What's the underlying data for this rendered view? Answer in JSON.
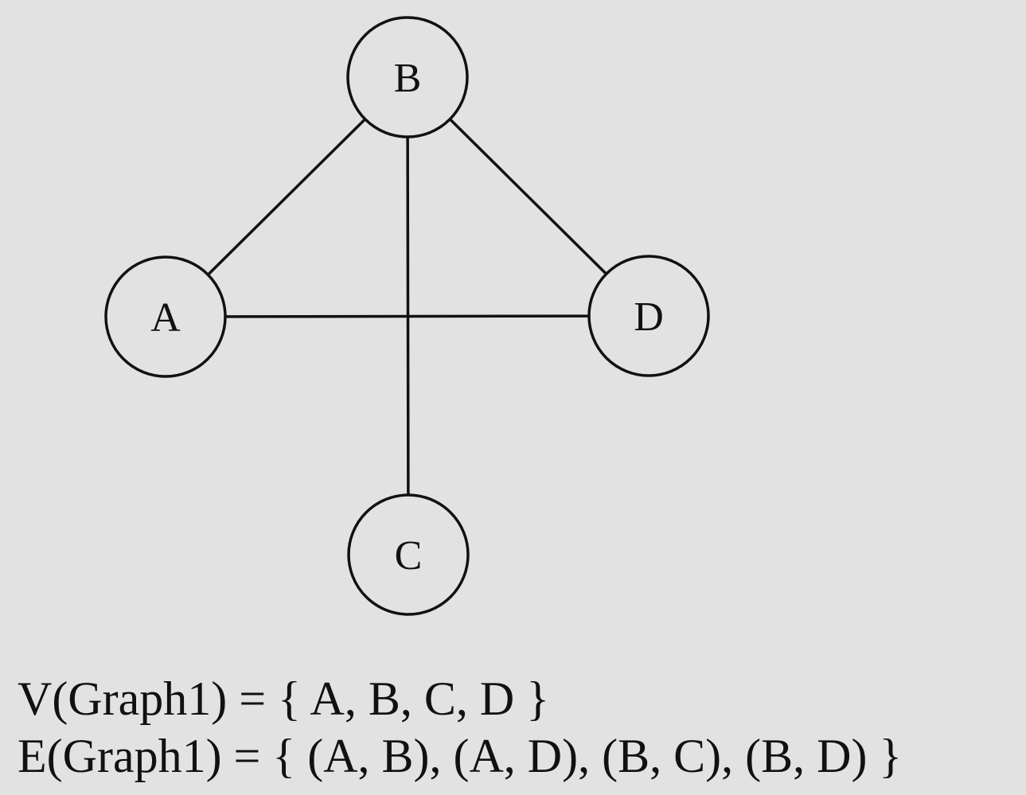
{
  "graph": {
    "nodes": [
      {
        "id": "A",
        "label": "A"
      },
      {
        "id": "B",
        "label": "B"
      },
      {
        "id": "C",
        "label": "C"
      },
      {
        "id": "D",
        "label": "D"
      }
    ],
    "edges": [
      {
        "from": "A",
        "to": "B"
      },
      {
        "from": "A",
        "to": "D"
      },
      {
        "from": "B",
        "to": "C"
      },
      {
        "from": "B",
        "to": "D"
      }
    ]
  },
  "sets": {
    "vertices": "V(Graph1) = { A, B, C, D }",
    "edges": "E(Graph1) = { (A, B), (A, D), (B, C), (B, D) }"
  }
}
